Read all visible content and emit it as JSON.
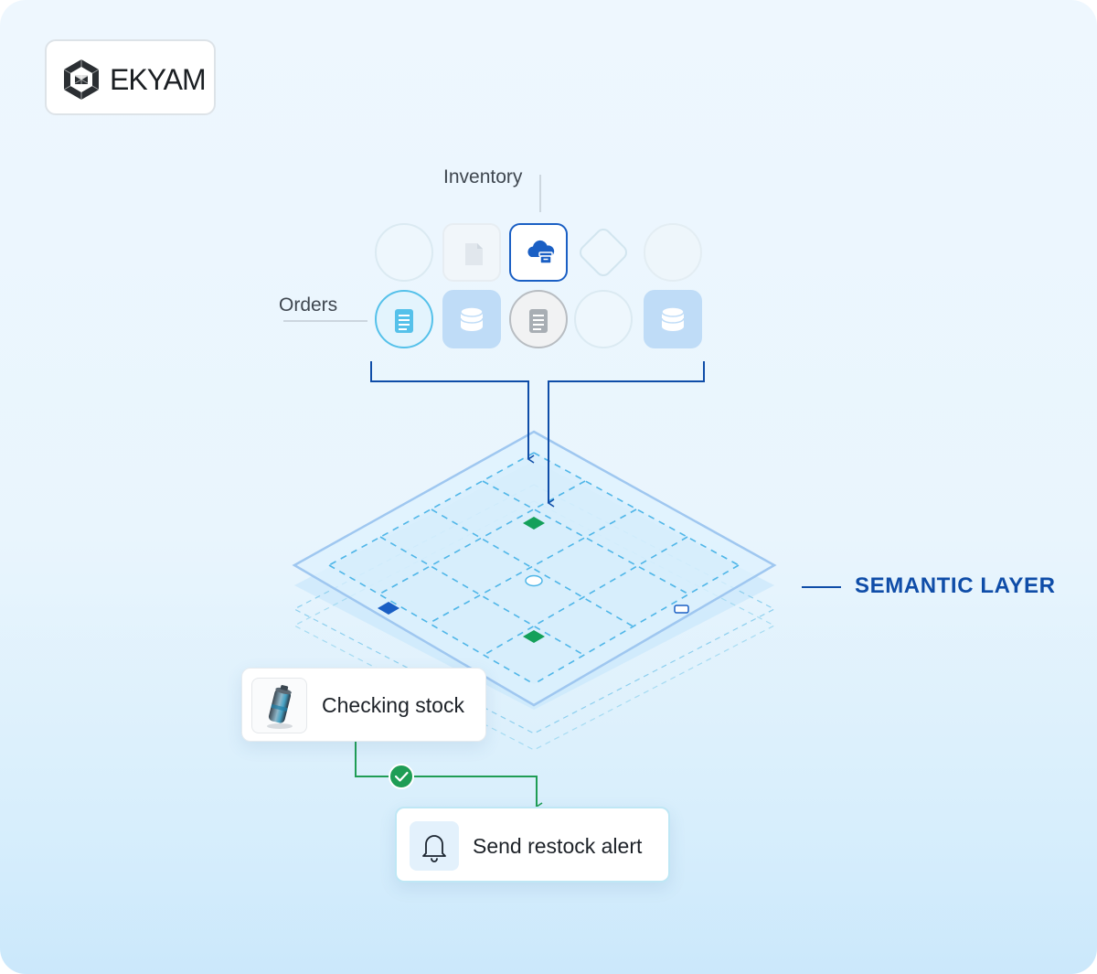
{
  "brand": {
    "name": "EKYAM"
  },
  "diagram": {
    "source_labels": {
      "inventory": "Inventory",
      "orders": "Orders"
    },
    "layer_label": "SEMANTIC LAYER",
    "workflow": {
      "step1": "Checking stock",
      "step1_icon": "canister-icon",
      "step2": "Send restock alert",
      "step2_icon": "bell-icon",
      "transition_icon": "check-icon"
    },
    "source_icons": [
      "empty-circle-icon",
      "document-icon",
      "cloud-archive-icon",
      "empty-diamond-icon",
      "empty-circle-icon",
      "document-list-icon",
      "database-icon",
      "document-list-icon",
      "empty-circle-icon",
      "database-icon"
    ],
    "colors": {
      "accent": "#0f4da8",
      "node_highlight": "#1a5fc4",
      "success": "#1f9d55",
      "layer_fill": "#cbe8fb",
      "grid_dash": "#4fb6e8"
    }
  }
}
